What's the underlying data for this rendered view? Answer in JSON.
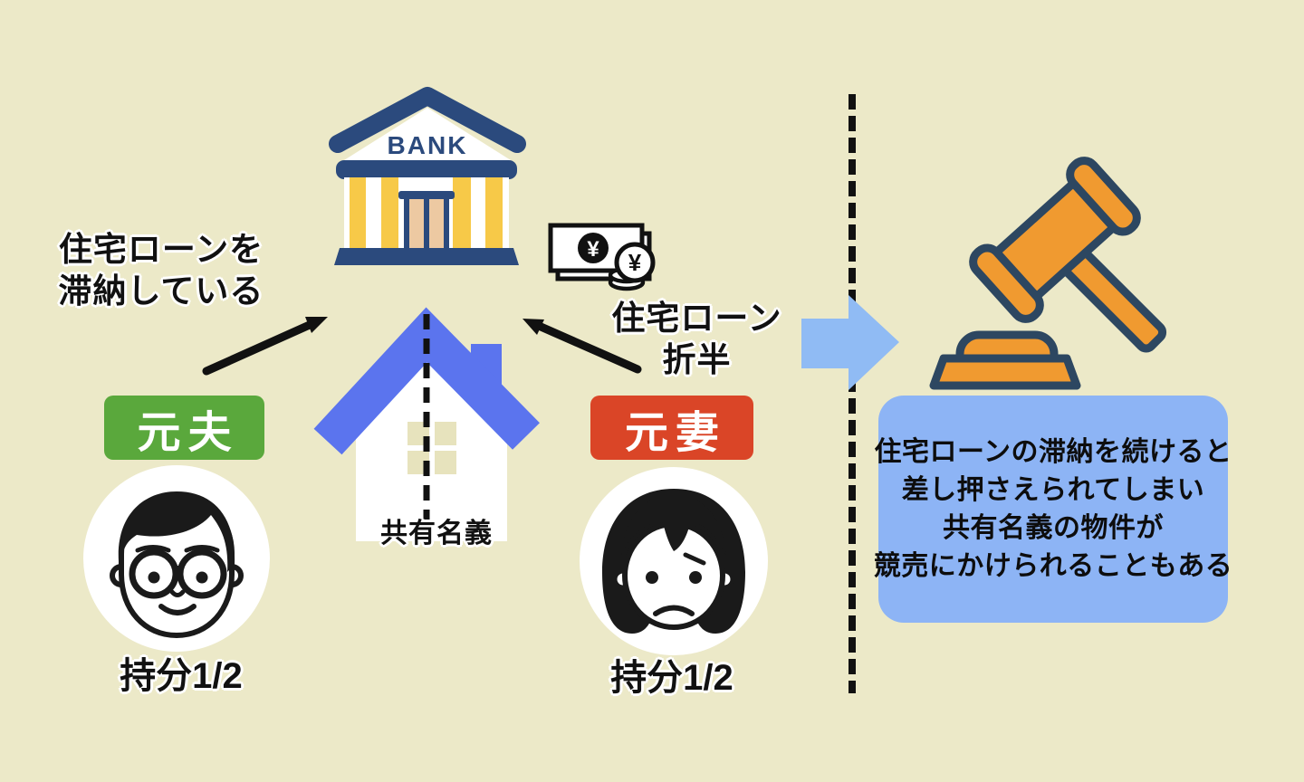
{
  "bank": {
    "label": "BANK"
  },
  "money": {
    "symbol": "¥"
  },
  "notes": {
    "delinquent": {
      "line1": "住宅ローンを",
      "line2": "滞納している"
    },
    "split": {
      "line1": "住宅ローン",
      "line2": "折半"
    }
  },
  "house": {
    "label": "共有名義"
  },
  "husband": {
    "badge": "元夫",
    "share": "持分1/2"
  },
  "wife": {
    "badge": "元妻",
    "share": "持分1/2"
  },
  "result": {
    "lines": [
      "住宅ローンの滞納を続けると",
      "差し押さえられてしまい",
      "共有名義の物件が",
      "競売にかけられることもある"
    ]
  },
  "colors": {
    "background": "#ece9c8",
    "bank_navy": "#2b4a7d",
    "bank_column_yellow": "#f7c948",
    "bank_door_tan": "#edc9a2",
    "house_roof_blue": "#5b74ee",
    "window_pane": "#e7e3bd",
    "badge_green": "#5aa83c",
    "badge_red": "#da4527",
    "result_box_blue": "#8db4f5",
    "flow_arrow_blue": "#90bbf4",
    "gavel_orange": "#f09a30",
    "gavel_outline": "#2d4761",
    "line_black": "#111111"
  },
  "icons": {
    "bank": "bank-building-icon",
    "money": "yen-money-icon",
    "house": "shared-house-icon",
    "husband": "man-avatar-icon",
    "wife": "woman-avatar-icon",
    "gavel": "auction-gavel-icon"
  }
}
